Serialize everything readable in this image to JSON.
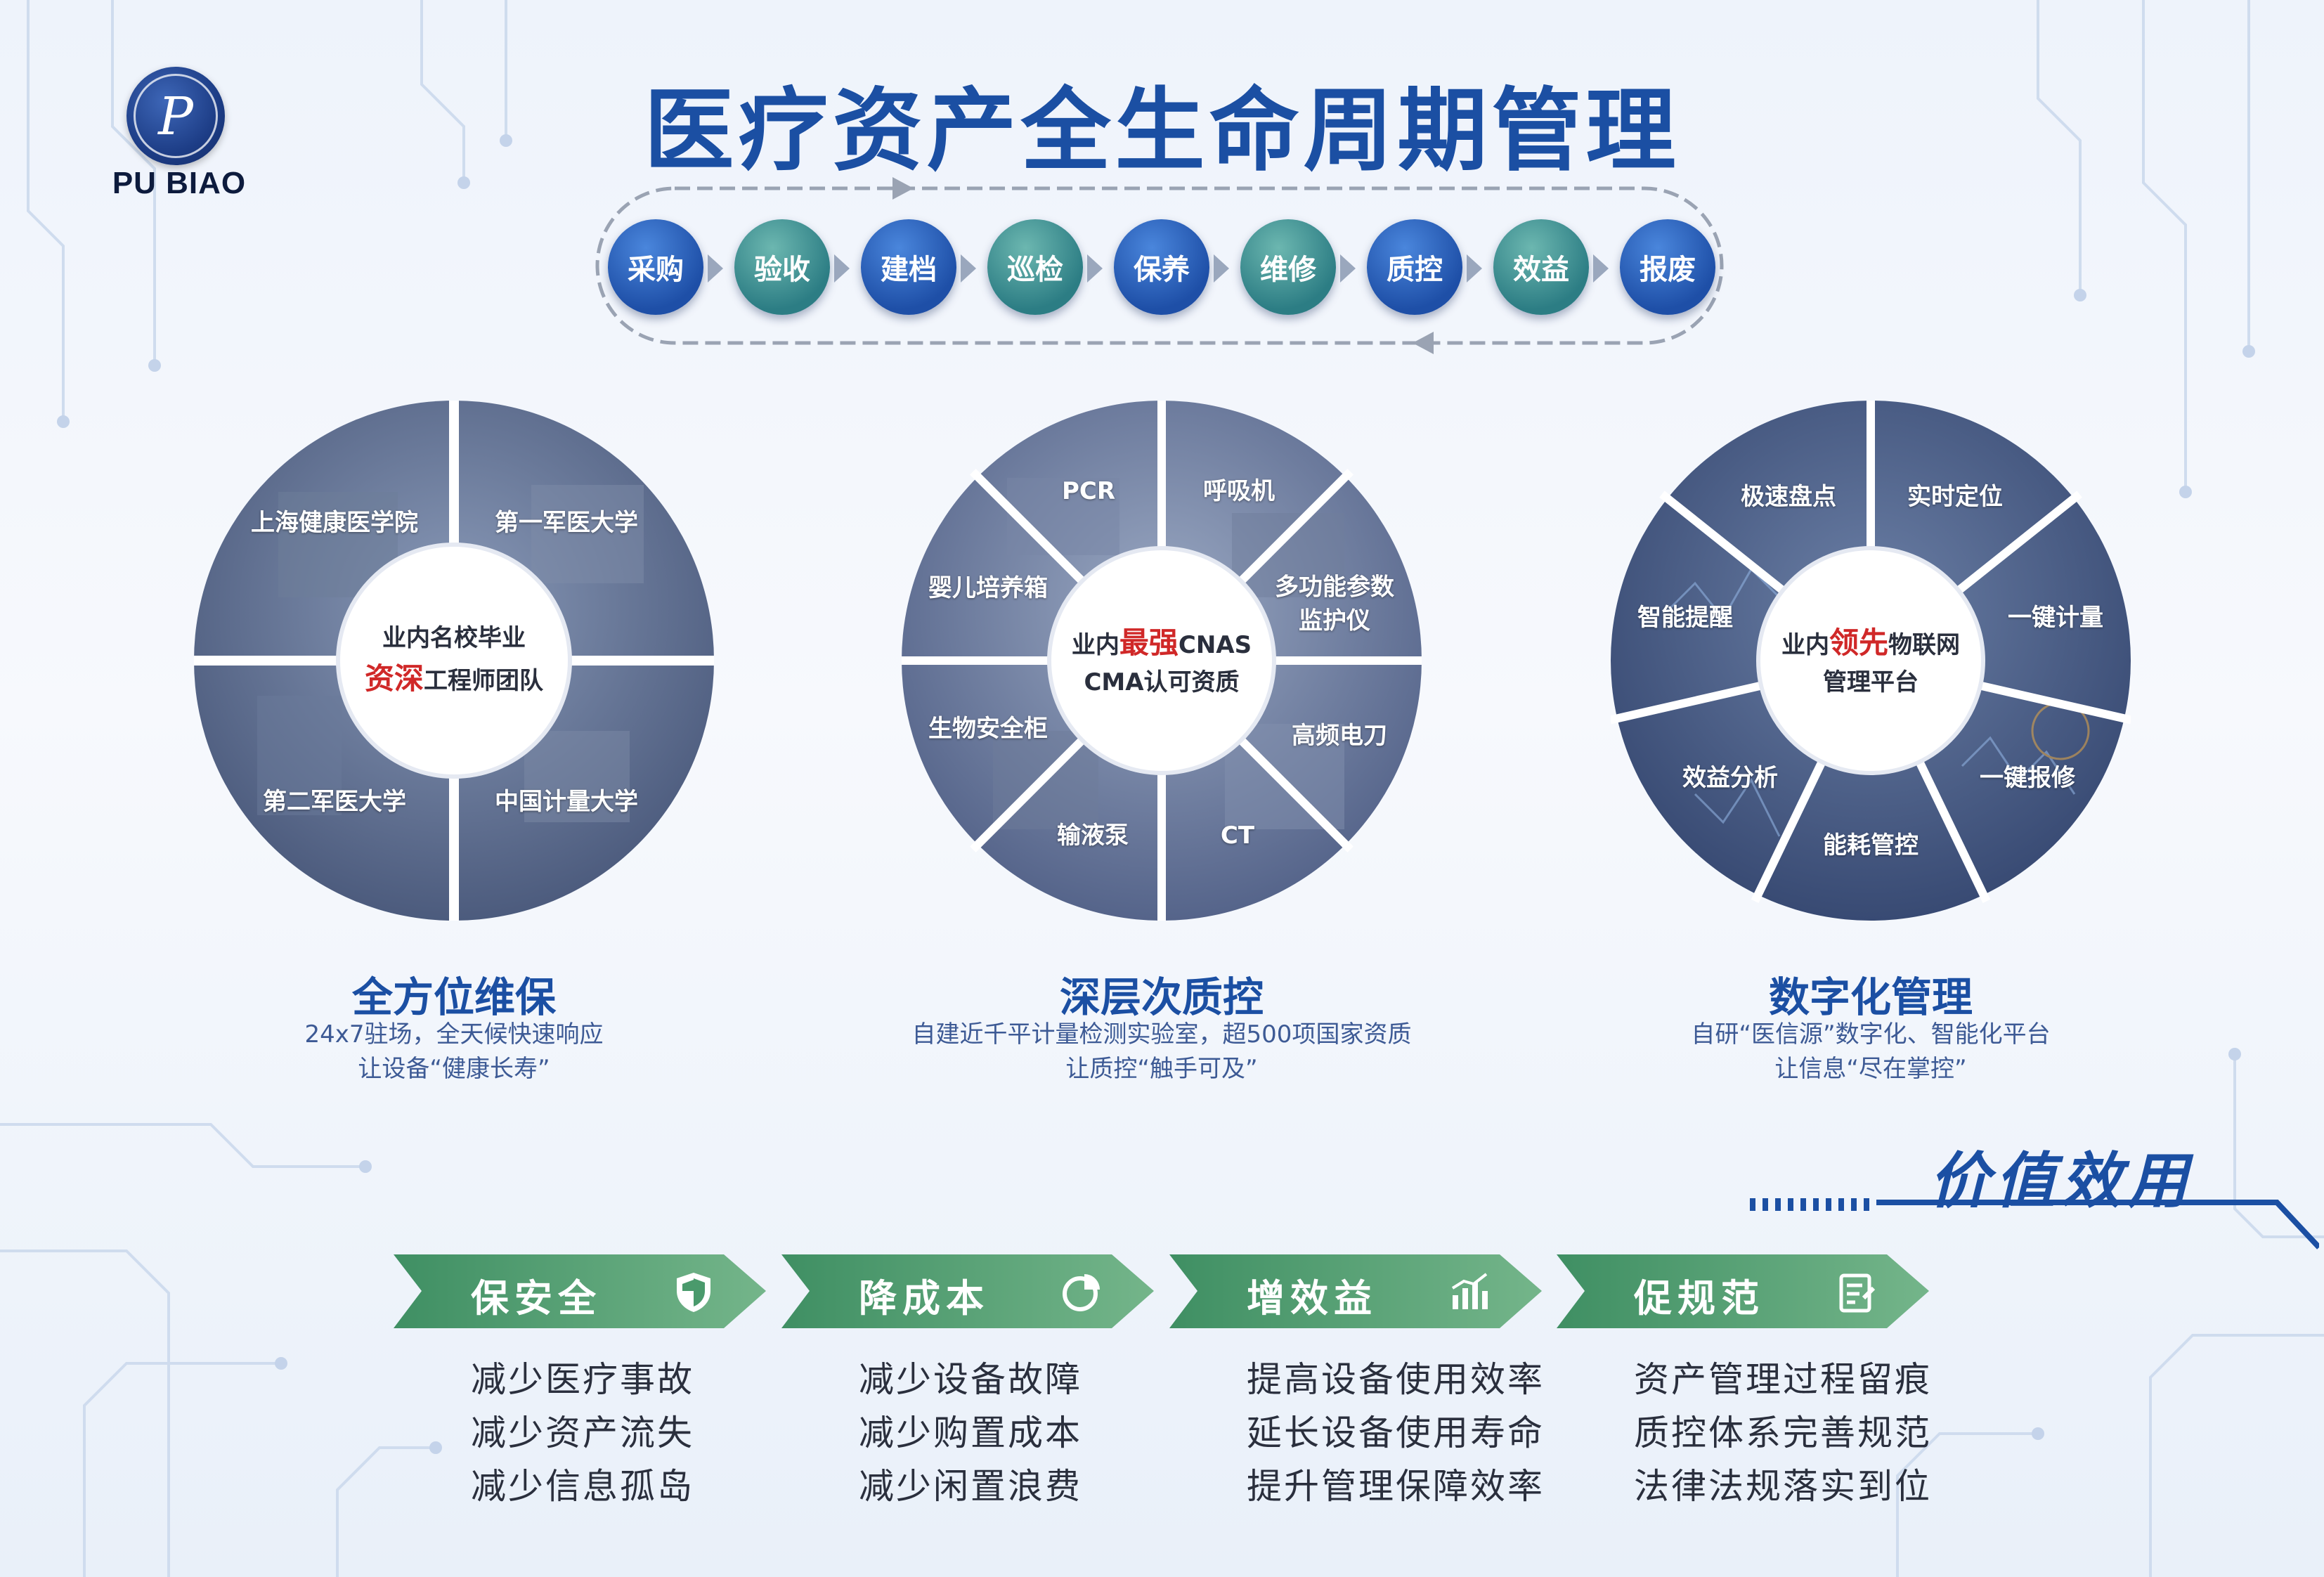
{
  "logo": {
    "text": "PU BIAO"
  },
  "title": "医疗资产全生命周期管理",
  "process_steps": [
    "采购",
    "验收",
    "建档",
    "巡检",
    "保养",
    "维修",
    "质控",
    "效益",
    "报废"
  ],
  "wheels": [
    {
      "segments": [
        "上海健康医学院",
        "第一军医大学",
        "中国计量大学",
        "第二军医大学"
      ],
      "center_line1": "业内名校毕业",
      "center_highlight": "资深",
      "center_rest": "工程师团队",
      "title": "全方位维保",
      "desc1": "24x7驻场，全天候快速响应",
      "desc2": "让设备“健康长寿”"
    },
    {
      "segments": [
        "PCR",
        "呼吸机",
        "多功能参数",
        "监护仪",
        "高频电刀",
        "CT",
        "输液泵",
        "生物安全柜",
        "婴儿培养箱"
      ],
      "center_pre": "业内",
      "center_highlight": "最强",
      "center_post": "CNAS",
      "center_line2": "CMA认可资质",
      "title": "深层次质控",
      "desc1": "自建近千平计量检测实验室，超500项国家资质",
      "desc2": "让质控“触手可及”"
    },
    {
      "segments": [
        "实时定位",
        "一键计量",
        "一键报修",
        "能耗管控",
        "效益分析",
        "智能提醒",
        "极速盘点"
      ],
      "center_pre": "业内",
      "center_highlight": "领先",
      "center_post": "物联网",
      "center_line2": "管理平台",
      "title": "数字化管理",
      "desc1": "自研“医信源”数字化、智能化平台",
      "desc2": "让信息“尽在掌控”"
    }
  ],
  "value": {
    "title": "价值效用",
    "columns": [
      {
        "label": "保安全",
        "icon": "shield-icon",
        "items": [
          "减少医疗事故",
          "减少资产流失",
          "减少信息孤岛"
        ]
      },
      {
        "label": "降成本",
        "icon": "pie-chart-icon",
        "items": [
          "减少设备故障",
          "减少购置成本",
          "减少闲置浪费"
        ]
      },
      {
        "label": "增效益",
        "icon": "bar-chart-icon",
        "items": [
          "提高设备使用效率",
          "延长设备使用寿命",
          "提升管理保障效率"
        ]
      },
      {
        "label": "促规范",
        "icon": "checklist-icon",
        "items": [
          "资产管理过程留痕",
          "质控体系完善规范",
          "法律法规落实到位"
        ]
      }
    ]
  },
  "colors": {
    "primary": "#1b4fa3",
    "green": "#4a9a6c",
    "accent_red": "#d02828"
  }
}
